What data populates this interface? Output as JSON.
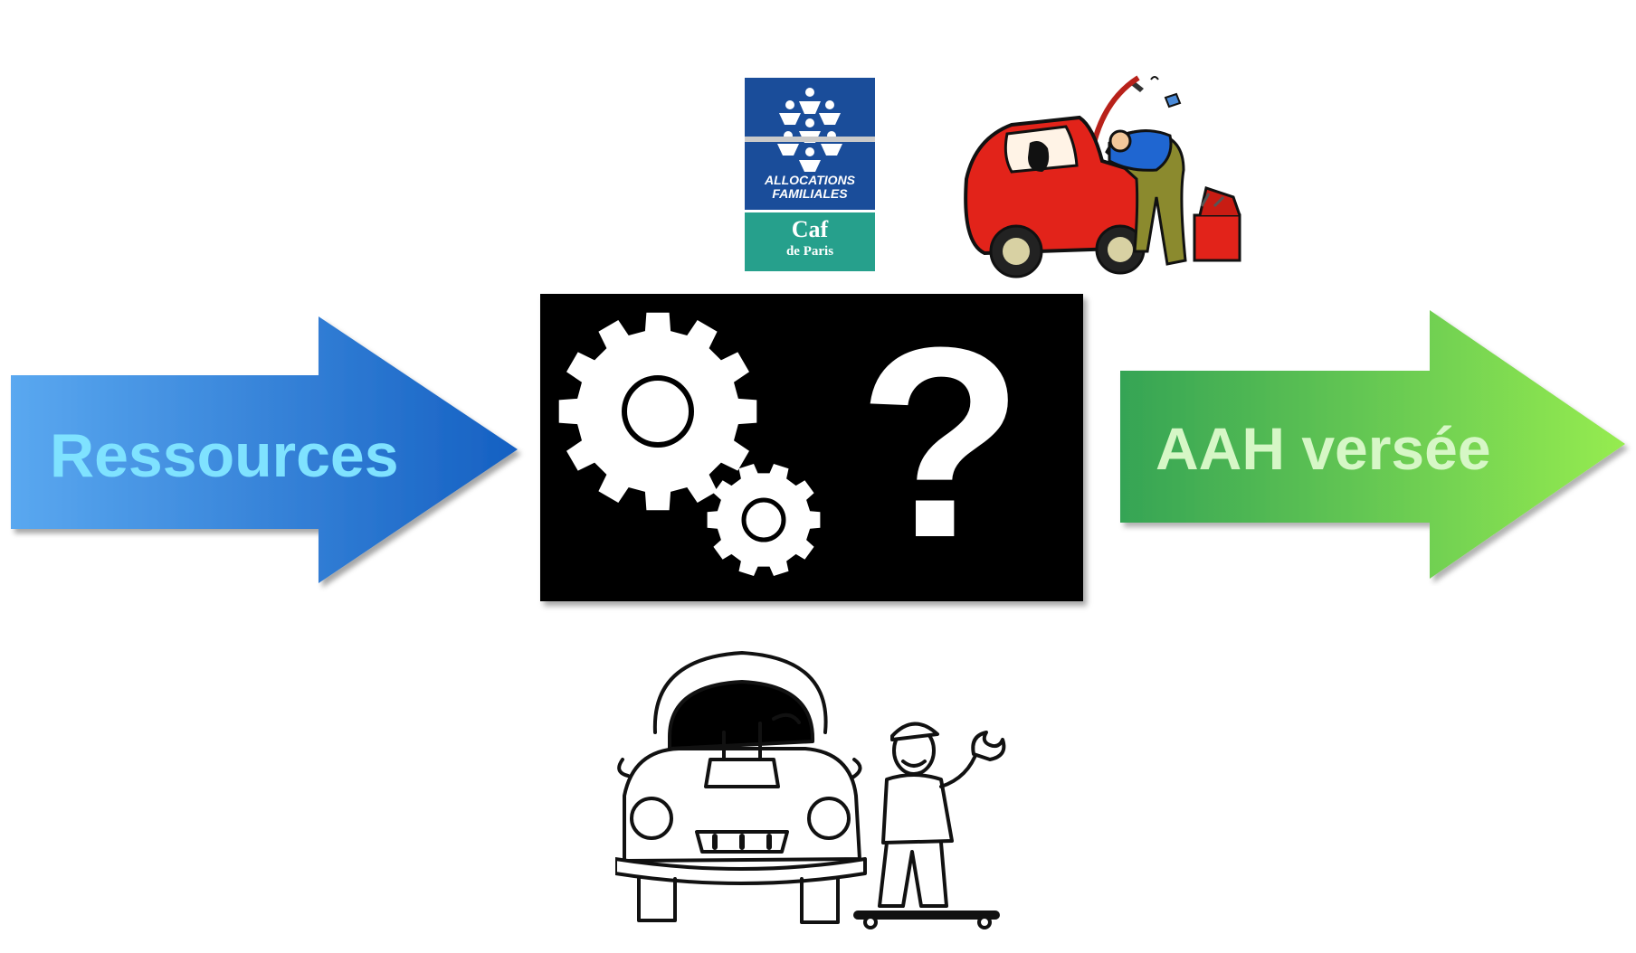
{
  "input_arrow": {
    "label": "Ressources",
    "gradient_start": "#5aa8f0",
    "gradient_end": "#1560c2"
  },
  "output_arrow": {
    "label": "AAH versée",
    "gradient_start": "#35a454",
    "gradient_end": "#96ec50"
  },
  "process_box": {
    "symbol": "?",
    "background": "#000000",
    "icons": [
      "large-gear-icon",
      "small-gear-icon"
    ]
  },
  "caf_logo": {
    "line1": "ALLOCATIONS",
    "line2": "FAMILIALES",
    "name": "Caf",
    "city": "de Paris",
    "top_color": "#1a4d9a",
    "bottom_color": "#26a08c"
  },
  "illustrations": [
    "red-car-repair-illustration",
    "mechanic-with-car-illustration"
  ]
}
